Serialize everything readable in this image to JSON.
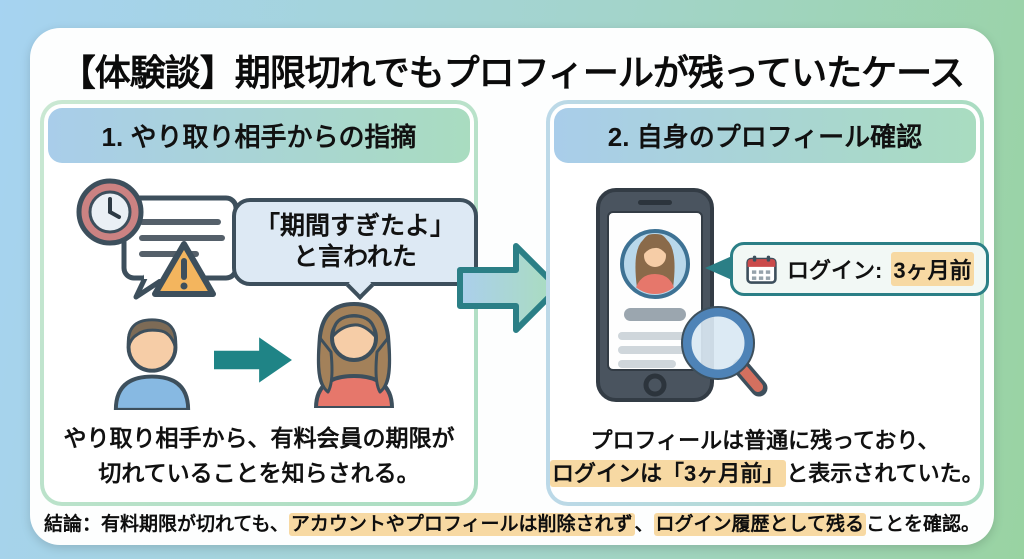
{
  "title": "【体験談】期限切れでもプロフィールが残っていたケース",
  "panel1": {
    "header": "1. やり取り相手からの指摘",
    "bubble_line1": "「期間すぎたよ」",
    "bubble_line2": "と言われた",
    "caption_line1": "やり取り相手から、有料会員の期限が",
    "caption_line2": "切れていることを知らされる。"
  },
  "panel2": {
    "header": "2. 自身のプロフィール確認",
    "callout": {
      "label": "ログイン:",
      "value": "3ヶ月前"
    },
    "caption_line1": "プロフィールは普通に残っており、",
    "caption_line2_highlight": "ログインは「3ヶ月前」",
    "caption_line2_rest": "と表示されていた。"
  },
  "footer": {
    "prefix": "結論：有料期限が切れても、",
    "highlight1": "アカウントやプロフィールは削除されず",
    "separator": "、",
    "highlight2": "ログイン履歴として残る",
    "suffix": "ことを確認。"
  },
  "icons": {
    "left_group": [
      "clock-icon",
      "chat-bubble-icon",
      "warning-triangle-icon"
    ],
    "people": [
      "man-person-icon",
      "arrow-right-icon",
      "woman-person-icon"
    ],
    "right_group": [
      "smartphone-icon",
      "profile-avatar-icon",
      "magnifier-icon",
      "calendar-icon"
    ],
    "center": "big-arrow-right-icon"
  },
  "colors": {
    "bg_blue": "#a6d3f1",
    "bg_green": "#99d3a2",
    "header_gradient_blue": "#a9cdea",
    "header_gradient_green": "#a9dcc0",
    "highlight": "#f7d9a3",
    "teal_accent": "#2b7f86",
    "dark_outline": "#3d4f5c",
    "speech_bubble_blue": "#dde9f4",
    "warning_orange": "#f3b55e",
    "clock_red": "#cb8282",
    "shirt_blue": "#87b9e2",
    "shirt_coral": "#e6776b"
  }
}
